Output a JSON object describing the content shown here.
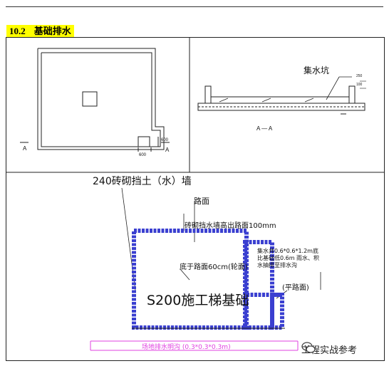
{
  "section": {
    "number": "10.2",
    "title": "基础排水"
  },
  "plan": {
    "section_mark": "A",
    "dim_small": "600",
    "dim_wall": "600",
    "dim_bottom": "600"
  },
  "section_view": {
    "label": "集水坑",
    "caption": "A — A",
    "dim_a": "250",
    "dim_b": "100"
  },
  "detail": {
    "wall_label": "240砖砌挡土（水）墙",
    "road_label": "路面",
    "wall_height_note": "砖砌挡水墙高出路面100mm",
    "pit_note": [
      "集水井0.6*0.6*1.2m底",
      "比基础低0.6m 雨水、积",
      "水抽排至排水沟"
    ],
    "below_road_note": "底于路面60cm(轮面)",
    "foundation_label": "S200施工梯基础",
    "flat_road_label": "(平路面)",
    "ditch_label": "场地排水明沟 (0.3*0.3*0.3m)"
  },
  "watermark": {
    "text": "工程实战参考",
    "icon": "wechat-icon"
  },
  "colors": {
    "highlight": "#ffff00",
    "brick": "#3a3fd0",
    "ditch": "#e040e0"
  }
}
